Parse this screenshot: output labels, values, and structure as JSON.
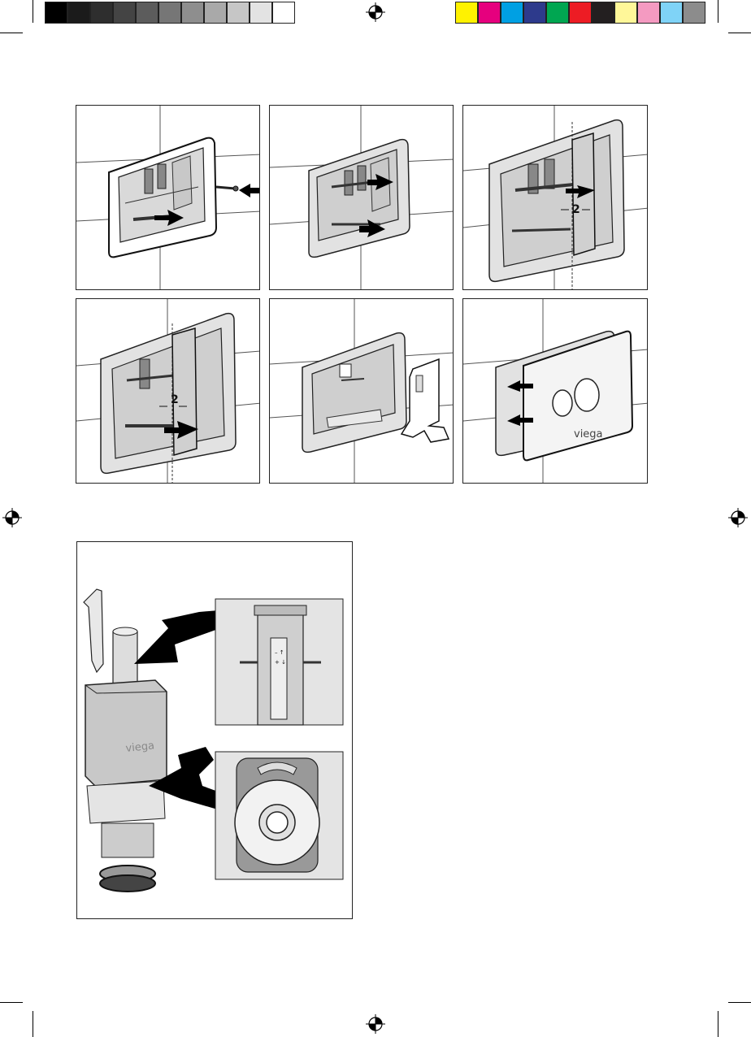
{
  "color_bar": {
    "grays": [
      "#000000",
      "#1b1b1b",
      "#2e2e2e",
      "#444444",
      "#5c5c5c",
      "#767676",
      "#8e8e8e",
      "#a9a9a9",
      "#c6c6c6",
      "#e3e3e3",
      "#ffffff"
    ],
    "process": [
      "#fff200",
      "#e6007e",
      "#00a0e3",
      "#2d3a8c",
      "#00a651",
      "#ed1c24",
      "#231f20",
      "#fff799",
      "#f49ac1",
      "#7fd3f7",
      "#8c8c8c"
    ]
  },
  "panels": {
    "p3": {
      "dimension_label": "2"
    },
    "p4": {
      "dimension_label": "2"
    },
    "p6": {
      "brand": "viega"
    }
  },
  "detail": {
    "brand": "viega",
    "scale_marks": [
      "– ↑",
      "+ ↓"
    ]
  }
}
